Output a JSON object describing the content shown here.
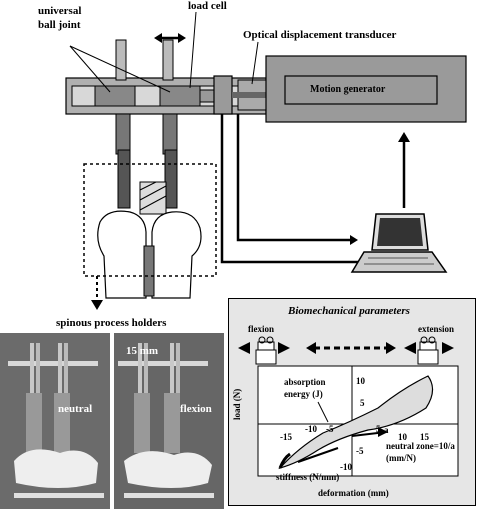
{
  "labels": {
    "universal_ball_joint": "universal\nball joint",
    "load_cell": "load cell",
    "optical_transducer": "Optical displacement transducer",
    "motion_generator": "Motion generator",
    "spinous_holders": "spinous process holders"
  },
  "photos": {
    "left_label": "neutral",
    "right_label": "flexion",
    "scale": "15 mm"
  },
  "bio": {
    "title": "Biomechanical parameters",
    "flexion": "flexion",
    "extension": "extension",
    "absorption": "absorption\nenergy (J)",
    "stiffness": "stiffness (N/mm)",
    "neutral_zone": "neutral zone=10/a\n(mm/N)",
    "a_label": "a",
    "ylabel": "load (N)",
    "xlabel": "deformation (mm)",
    "x_ticks": [
      "-15",
      "-10",
      "-5",
      "5",
      "10",
      "15"
    ],
    "y_ticks": [
      "10",
      "5",
      "-5",
      "-10"
    ]
  },
  "colors": {
    "panel": "#e6e6e6",
    "photo": "#6b6b6b",
    "machine": "#9a9a9a"
  }
}
